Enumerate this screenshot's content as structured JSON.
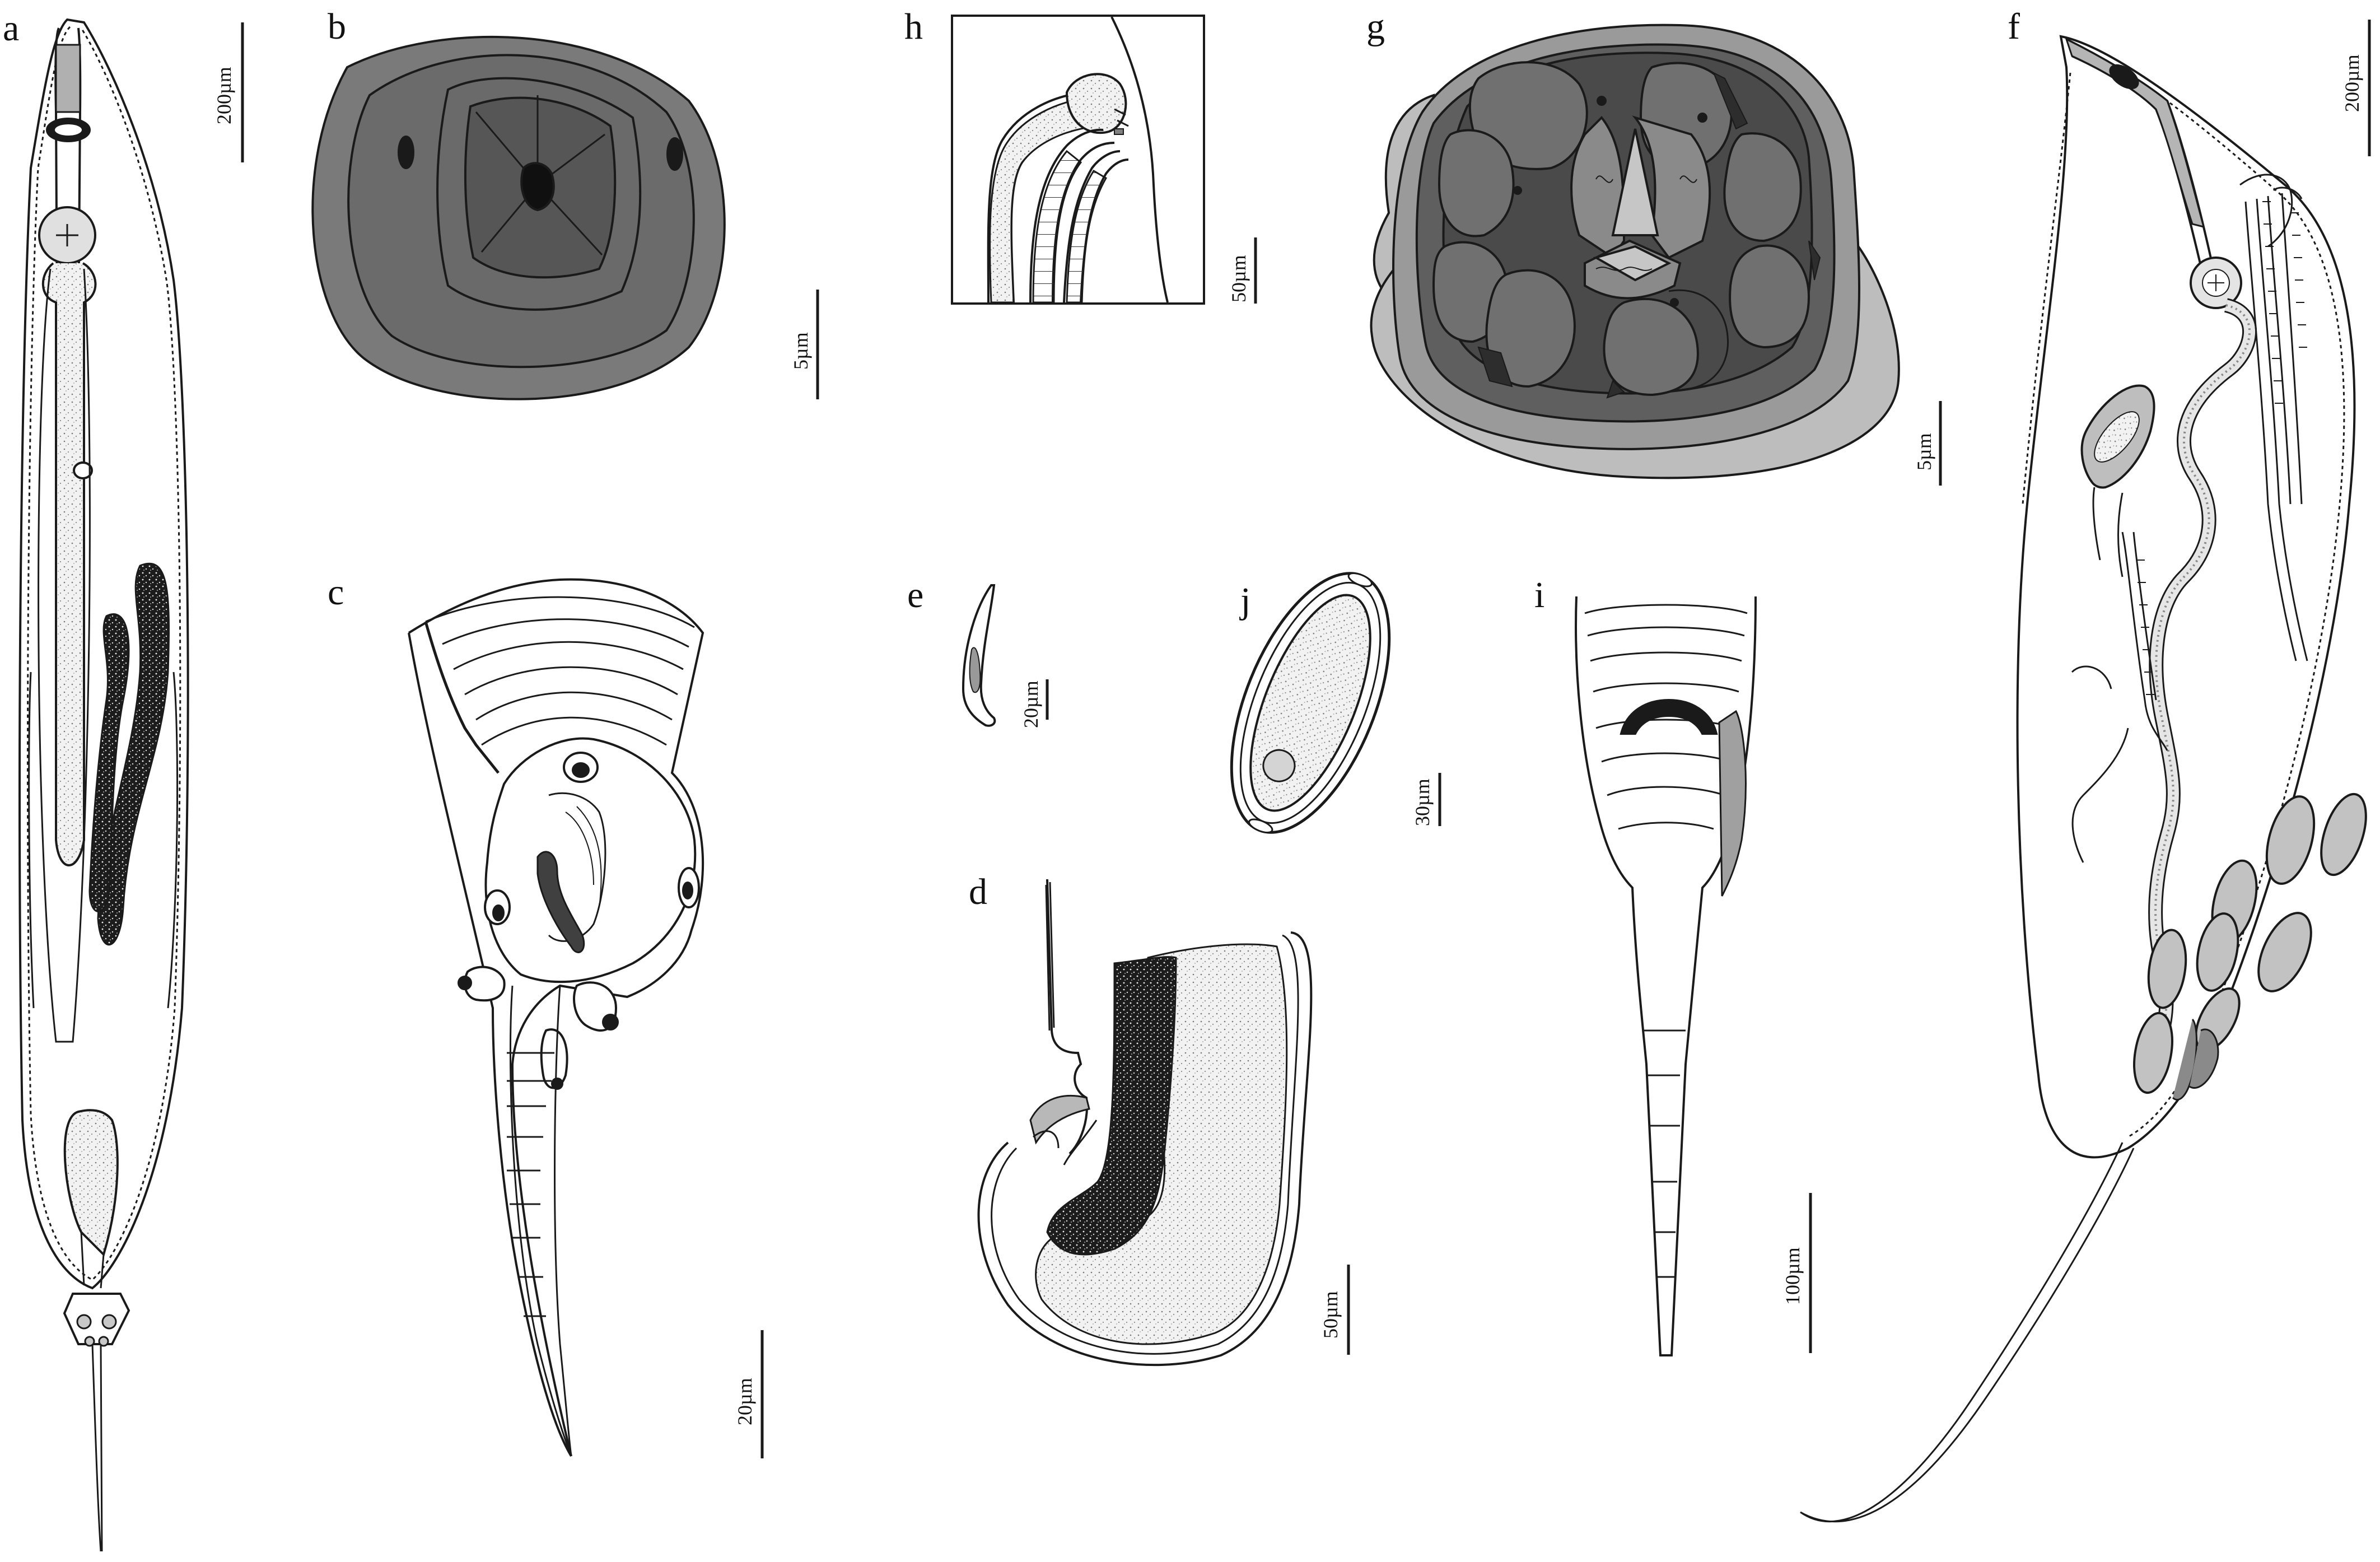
{
  "panels": {
    "a": {
      "letter": "a",
      "scale": "200µm"
    },
    "b": {
      "letter": "b",
      "scale": "5µm"
    },
    "c": {
      "letter": "c",
      "scale": "20µm"
    },
    "d": {
      "letter": "d",
      "scale": "50µm"
    },
    "e": {
      "letter": "e",
      "scale": "20µm"
    },
    "f": {
      "letter": "f",
      "scale": "200µm"
    },
    "g": {
      "letter": "g",
      "scale": "5µm"
    },
    "h": {
      "letter": "h",
      "scale": "50µm"
    },
    "i": {
      "letter": "i",
      "scale": "100µm"
    },
    "j": {
      "letter": "j",
      "scale": "30µm"
    }
  },
  "colors": {
    "line": "#1a1a1a",
    "dark": "#3a3a3a",
    "mid": "#6e6e6e",
    "midlight": "#8e8e8e",
    "light": "#b8b8b8",
    "pale": "#d9d9d9",
    "stipple": "#e6e6e6"
  }
}
